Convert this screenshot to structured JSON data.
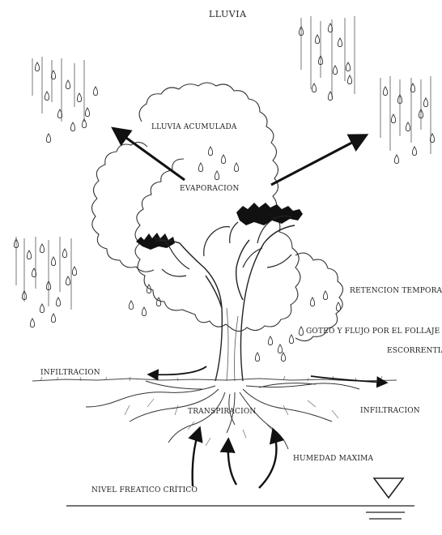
{
  "title": "LLUVIA",
  "labels": {
    "lluvia_acumulada": "LLUVIA ACUMULADA",
    "evaporacion": "EVAPORACION",
    "retencion_temporal": "RETENCION TEMPORAL",
    "goteo": "GOTEO Y FLUJO POR EL FOLLAJE",
    "escorrentia": "ESCORRENTIA",
    "infiltracion_left": "INFILTRACION",
    "infiltracion_right": "INFILTRACION",
    "transpiracion": "TRANSPIRACION",
    "humedad_maxima": "HUMEDAD MAXIMA",
    "nivel_freatico": "NIVEL FREATICO CRÍTICO"
  },
  "colors": {
    "ink": "#222222",
    "foliage_dark": "#111111",
    "background": "#ffffff"
  },
  "icons": {
    "water_table": "inverted-triangle-icon"
  }
}
